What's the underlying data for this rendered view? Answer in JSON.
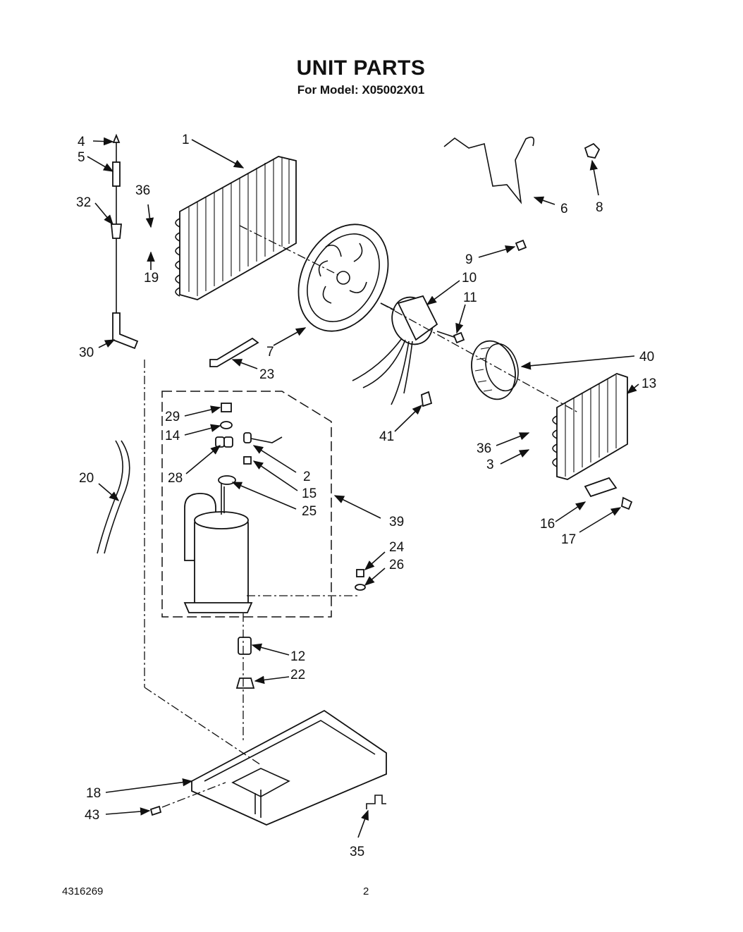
{
  "title": "UNIT PARTS",
  "subtitle": "For Model: X05002X01",
  "document_number": "4316269",
  "page_number": "2",
  "callouts": {
    "c1": "1",
    "c2": "2",
    "c3": "3",
    "c4": "4",
    "c5": "5",
    "c6": "6",
    "c7": "7",
    "c8": "8",
    "c9": "9",
    "c10": "10",
    "c11": "11",
    "c12": "12",
    "c13": "13",
    "c14": "14",
    "c15": "15",
    "c16": "16",
    "c17": "17",
    "c18": "18",
    "c19": "19",
    "c20": "20",
    "c22": "22",
    "c23": "23",
    "c24": "24",
    "c25": "25",
    "c26": "26",
    "c28": "28",
    "c29": "29",
    "c30": "30",
    "c32": "32",
    "c35": "35",
    "c36a": "36",
    "c36b": "36",
    "c39": "39",
    "c40": "40",
    "c41": "41",
    "c43": "43"
  }
}
